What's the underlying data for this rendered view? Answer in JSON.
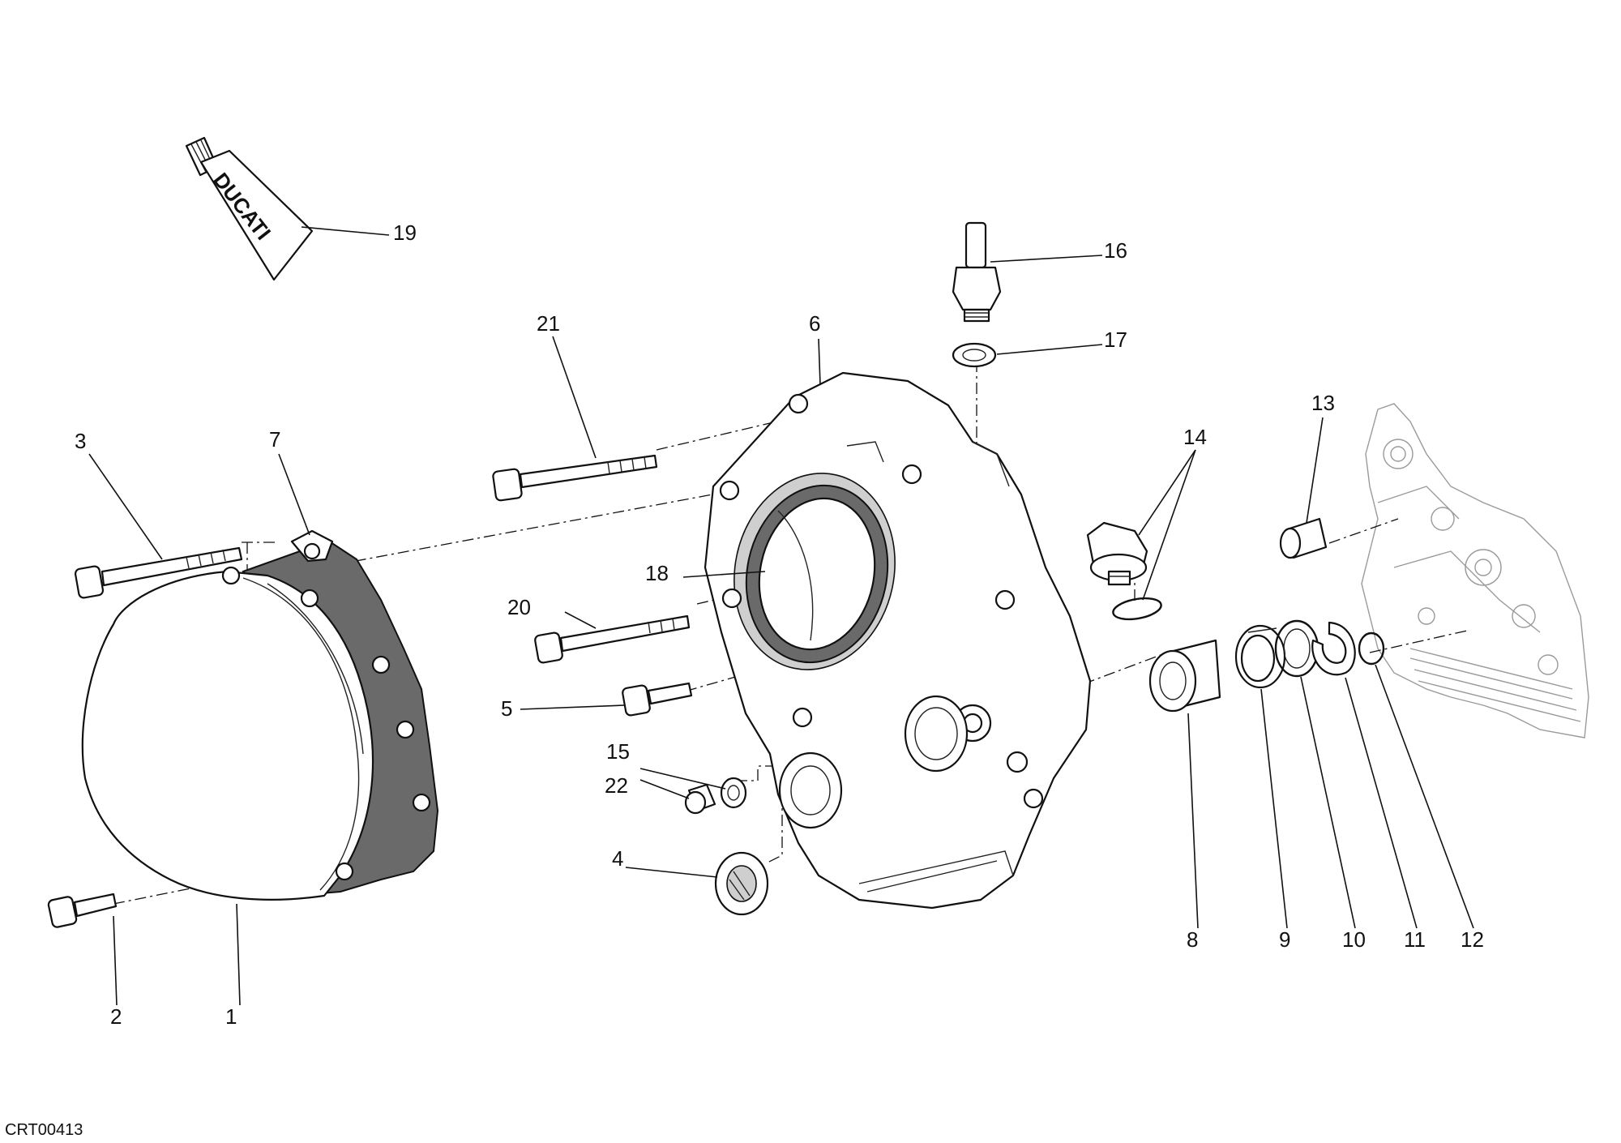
{
  "drawing_code": "CRT00413",
  "tube_brand": "DUCATI",
  "callouts": [
    "1",
    "2",
    "3",
    "4",
    "5",
    "6",
    "7",
    "8",
    "9",
    "10",
    "11",
    "12",
    "13",
    "14",
    "15",
    "16",
    "17",
    "18",
    "19",
    "20",
    "21",
    "22"
  ]
}
